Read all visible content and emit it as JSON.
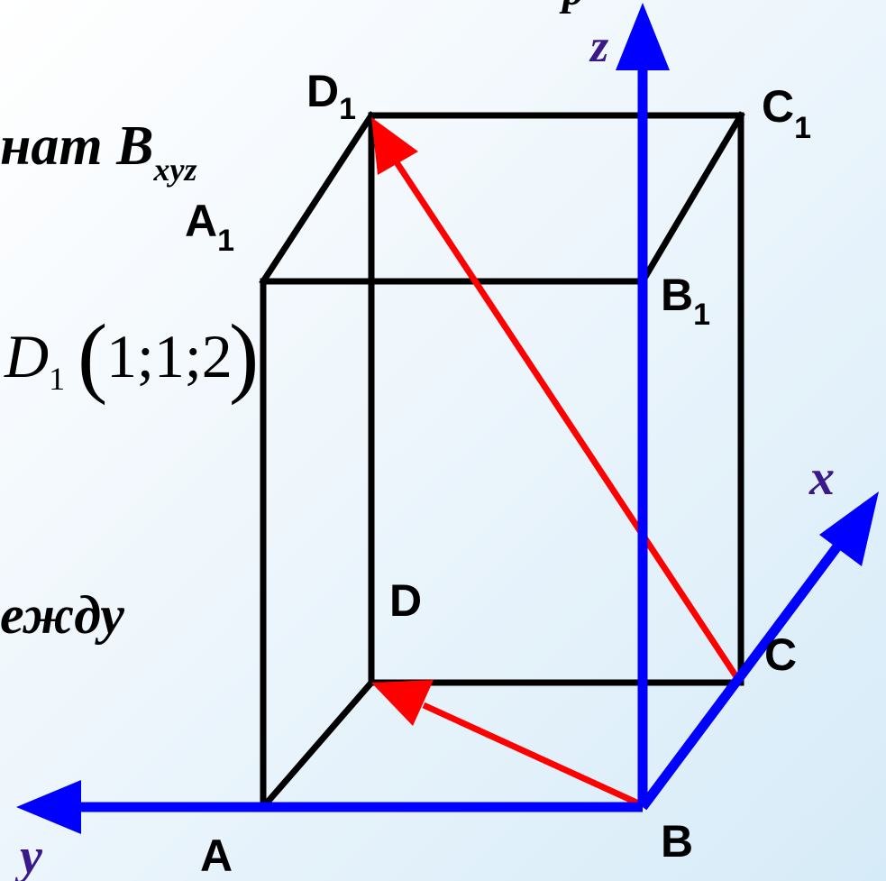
{
  "text": {
    "frag_top_right": "р",
    "frag_coords_main": "нат B",
    "frag_coords_sub": "xyz",
    "frag_between": "ежду"
  },
  "formula": {
    "point": "D",
    "sub": "1",
    "open": "(",
    "values": "1;1;2",
    "close": ")"
  },
  "vertices": {
    "A": "A",
    "B": "B",
    "C": "C",
    "D": "D",
    "A1": "A",
    "B1": "B",
    "C1": "C",
    "D1": "D",
    "one": "1"
  },
  "axes": {
    "x": "x",
    "y": "y",
    "z": "z"
  },
  "colors": {
    "edge": "#000000",
    "axis": "#0000ff",
    "vector": "#ff0000",
    "axis_label": "#3a1a8a"
  }
}
